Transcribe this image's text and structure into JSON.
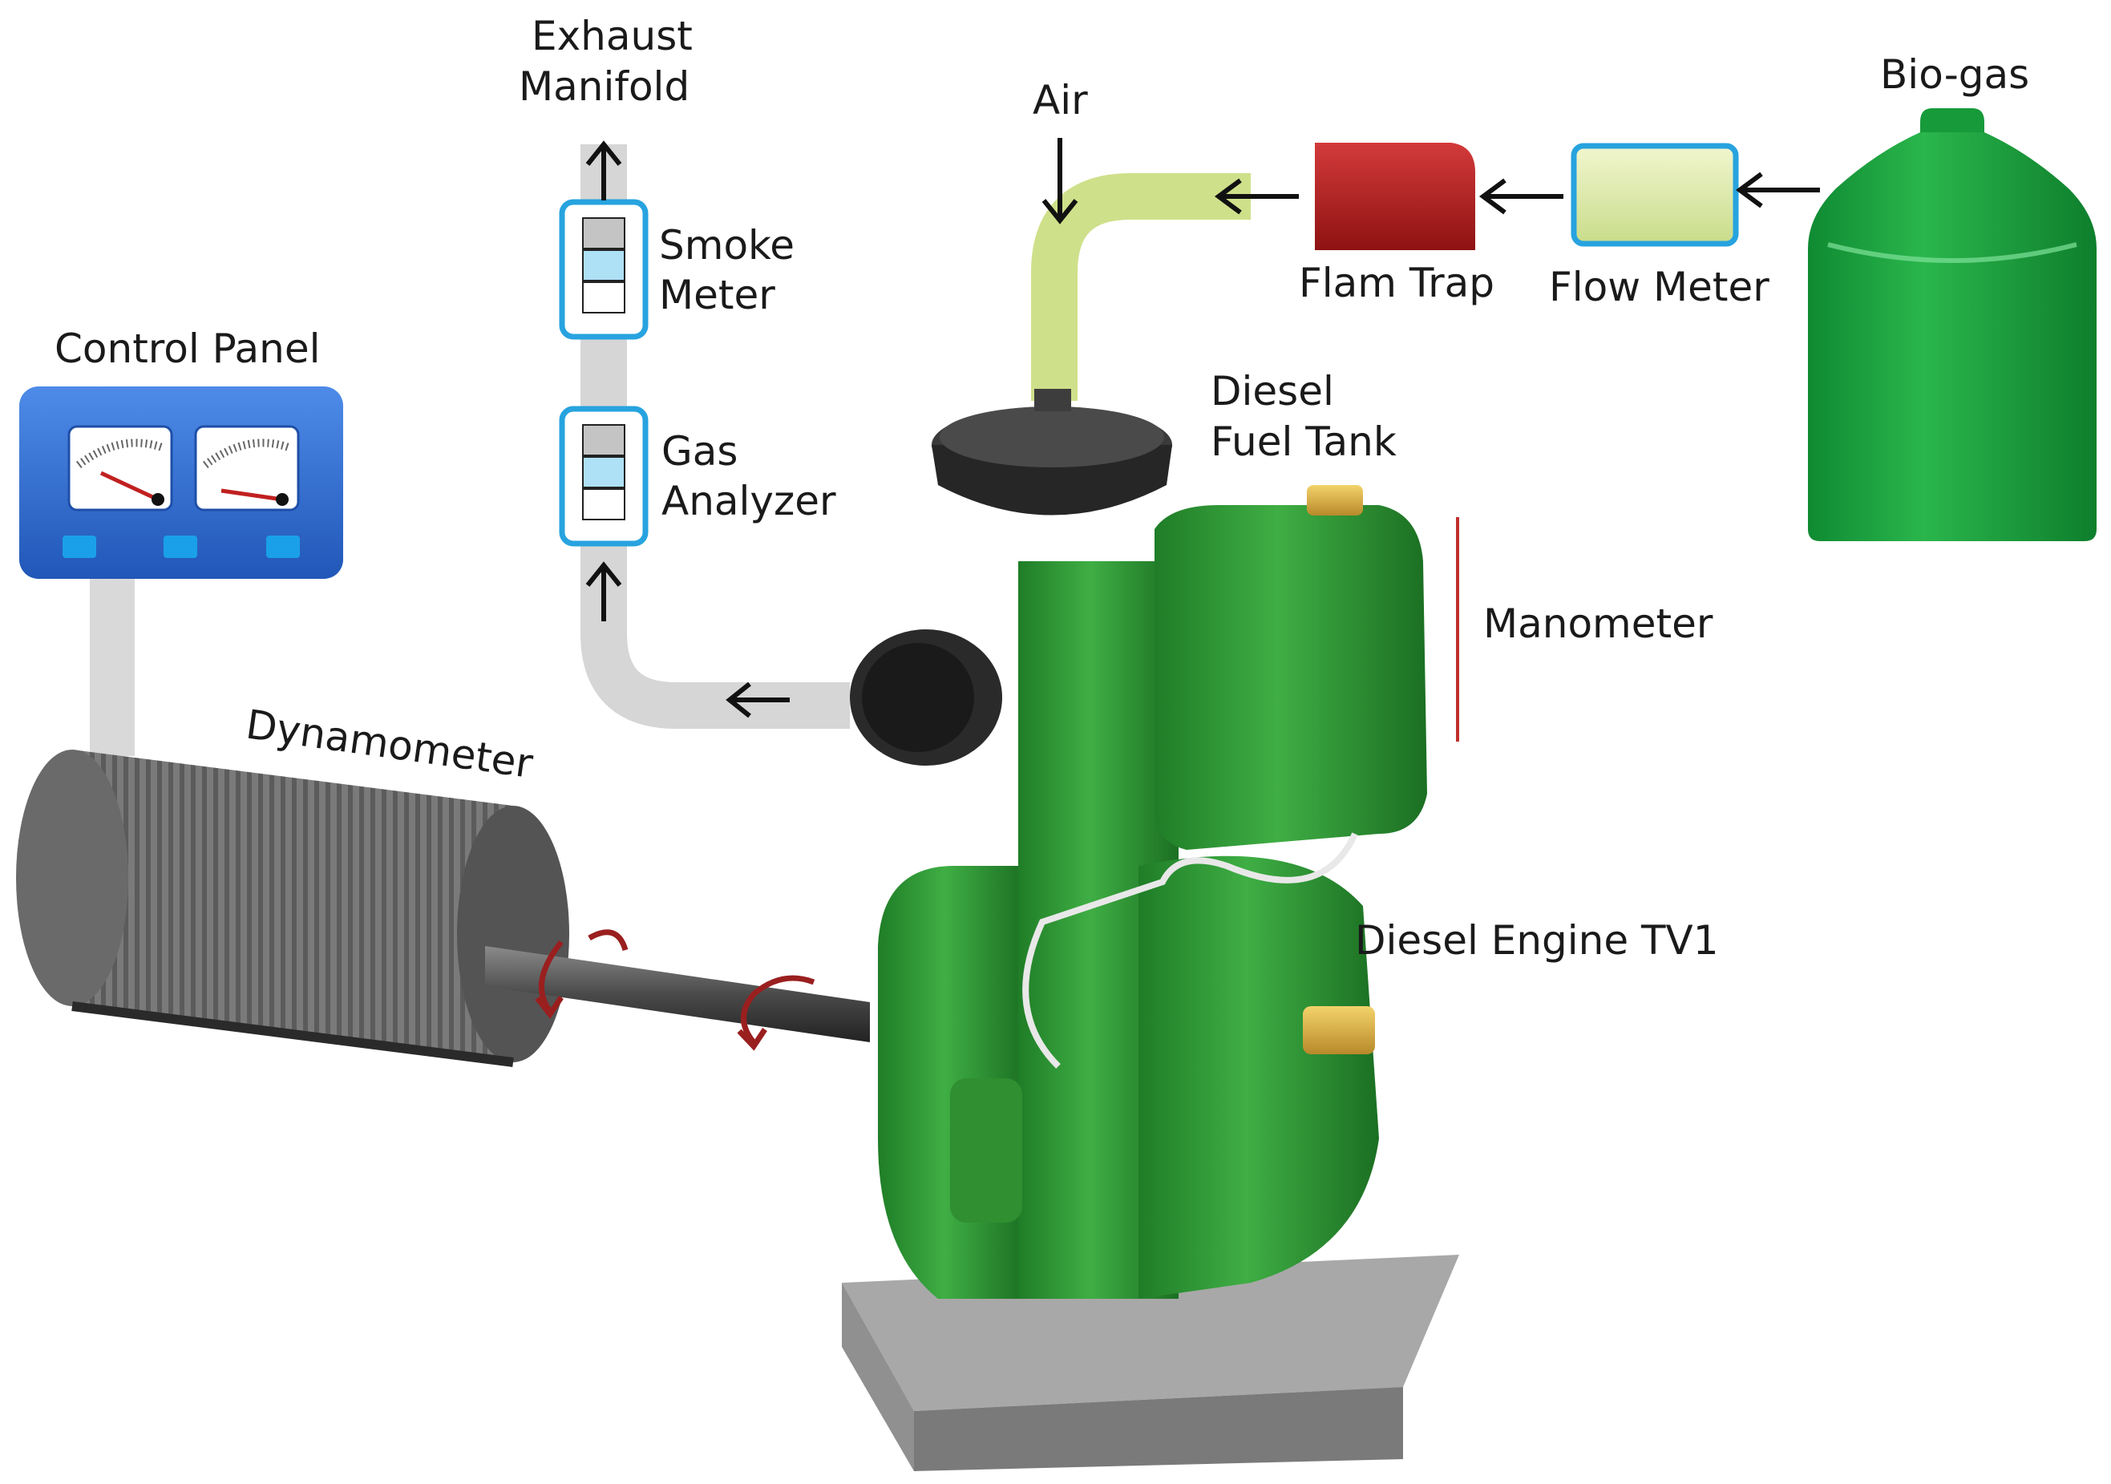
{
  "labels": {
    "exhaust_line1": "Exhaust",
    "exhaust_line2": "Manifold",
    "smoke_line1": "Smoke",
    "smoke_line2": "Meter",
    "gas_line1": "Gas",
    "gas_line2": "Analyzer",
    "control_panel": "Control Panel",
    "dynamometer": "Dynamometer",
    "air": "Air",
    "flam_trap": "Flam Trap",
    "flow_meter": "Flow Meter",
    "bio_gas": "Bio-gas",
    "fuel_tank_line1": "Diesel",
    "fuel_tank_line2": "Fuel Tank",
    "manometer": "Manometer",
    "engine": "Diesel Engine TV1"
  },
  "colors": {
    "engine_green": "#2f9a35",
    "biogas_green": "#1d9a3e",
    "air_pipe": "#cfe08a",
    "exhaust_pipe": "#d9d9d9",
    "panel_blue": "#2f6fd3",
    "flam_trap_red": "#b31b1b",
    "meter_blue": "#29a3e0",
    "manometer_red": "#c0302c",
    "arrow": "#111111"
  },
  "icons": [
    "up-arrow-icon",
    "left-arrow-icon",
    "down-arrow-icon",
    "rotation-arrow-icon"
  ]
}
